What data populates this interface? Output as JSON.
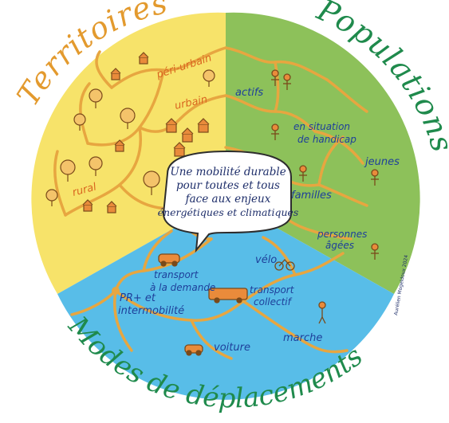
{
  "colors": {
    "territoires": "#F7E36A",
    "populations": "#8DC15A",
    "modes": "#58BDE8",
    "roads": "#E7A640",
    "title_orange": "#E39A2E",
    "title_green": "#1F8A4C",
    "label_orange": "#D9651F",
    "label_blue": "#1E3F9A",
    "center_text": "#1E2E6A"
  },
  "sectors": {
    "territoires": "Territoires",
    "populations": "Populations",
    "modes": "Modes de déplacements"
  },
  "center": {
    "line1": "Une mobilité durable",
    "line2": "pour toutes et tous",
    "line3": "face aux enjeux",
    "line4": "énergétiques et climatiques"
  },
  "territoires_labels": {
    "periurbain": "péri-urbain",
    "urbain": "urbain",
    "rural": "rural"
  },
  "populations_labels": {
    "actifs": "actifs",
    "handicap_1": "en situation",
    "handicap_2": "de handicap",
    "jeunes": "jeunes",
    "familles": "familles",
    "agees_1": "personnes",
    "agees_2": "âgées"
  },
  "modes_labels": {
    "tad_1": "transport",
    "tad_2": "à la demande",
    "velo": "vélo",
    "tc_1": "transport",
    "tc_2": "collectif",
    "pr_1": "PR+ et",
    "pr_2": "intermobilité",
    "voiture": "voiture",
    "marche": "marche"
  },
  "signature": "Aurélien Mogeldoux 2024",
  "icons": {
    "houses": "house-icon",
    "trees": "tree-icon",
    "people": "person-icon",
    "vehicles": "car-icon"
  }
}
